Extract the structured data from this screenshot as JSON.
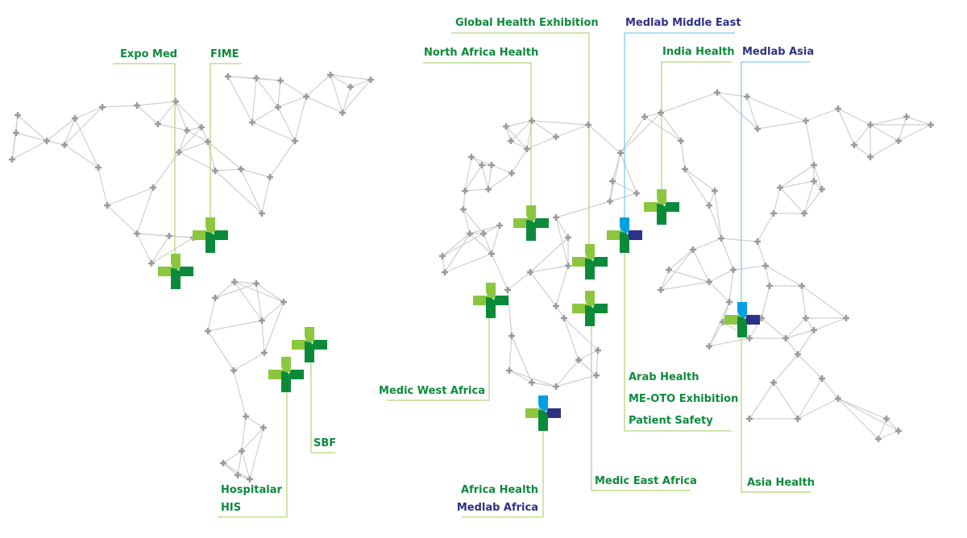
{
  "colors": {
    "green_text": "#0d8a3c",
    "navy_text": "#2e3187",
    "lime": "#8cc63f",
    "dark_green": "#0b8b3a",
    "blue": "#00a0e3",
    "navy": "#2e3187",
    "network": "#cfcfcf",
    "node": "#9a9a9a"
  },
  "events": {
    "expo_med": "Expo Med",
    "fime": "FIME",
    "sbf": "SBF",
    "hospitalar": "Hospitalar",
    "his": "HIS",
    "north_africa_health": "North Africa Health",
    "global_health": "Global Health Exhibition",
    "medlab_middle_east": "Medlab Middle East",
    "india_health": "India Health",
    "medlab_asia": "Medlab Asia",
    "medic_west_africa": "Medic West Africa",
    "arab_health": "Arab Health",
    "me_oto": "ME-OTO Exhibition",
    "patient_safety": "Patient Safety",
    "medic_east_africa": "Medic East Africa",
    "africa_health": "Africa Health",
    "medlab_africa": "Medlab Africa",
    "asia_health": "Asia Health"
  }
}
